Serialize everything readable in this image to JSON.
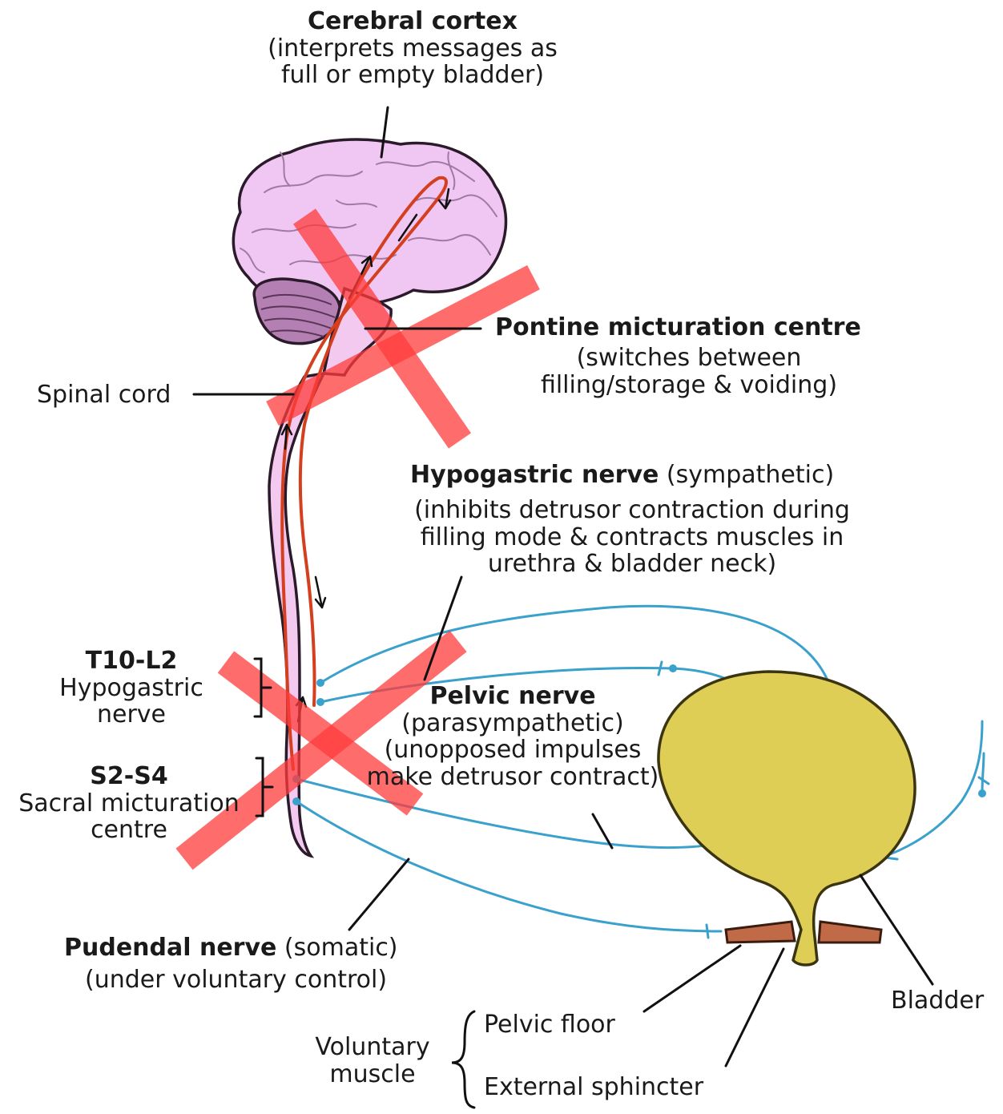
{
  "colors": {
    "brain_fill": "#f0c6f3",
    "brain_stroke": "#2a1a2a",
    "cerebellum": "#b47fb2",
    "spinal": "#f3c9f0",
    "pathway": "#d4401f",
    "nerve": "#3aa0cc",
    "bladder": "#dfce55",
    "bladder_stroke": "#3a3510",
    "muscle": "#c06a48",
    "cross": "#ff3b3b"
  },
  "labels": {
    "cerebral_cortex": {
      "title": "Cerebral cortex",
      "line1": "(interprets messages as",
      "line2": "full or empty bladder)"
    },
    "pontine": {
      "title": "Pontine micturation centre",
      "line1": "(switches between",
      "line2": "filling/storage & voiding)"
    },
    "spinal_cord": "Spinal cord",
    "hypogastric": {
      "title": "Hypogastric nerve",
      "type": "(sympathetic)",
      "line1": "(inhibits detrusor contraction during",
      "line2": "filling mode & contracts muscles in",
      "line3": "urethra & bladder neck)"
    },
    "t10": {
      "title": "T10-L2",
      "line1": "Hypogastric",
      "line2": "nerve"
    },
    "pelvic": {
      "title": "Pelvic nerve",
      "line1": "(parasympathetic)",
      "line2": "(unopposed impulses",
      "line3": "make detrusor contract)"
    },
    "s2": {
      "title": "S2-S4",
      "line1": "Sacral micturation",
      "line2": "centre"
    },
    "pudendal": {
      "title": "Pudendal nerve",
      "type": "(somatic)",
      "line1": "(under voluntary control)"
    },
    "bladder": "Bladder",
    "voluntary": {
      "line1": "Voluntary",
      "line2": "muscle"
    },
    "pelvic_floor": "Pelvic floor",
    "external_sphincter": "External sphincter"
  }
}
